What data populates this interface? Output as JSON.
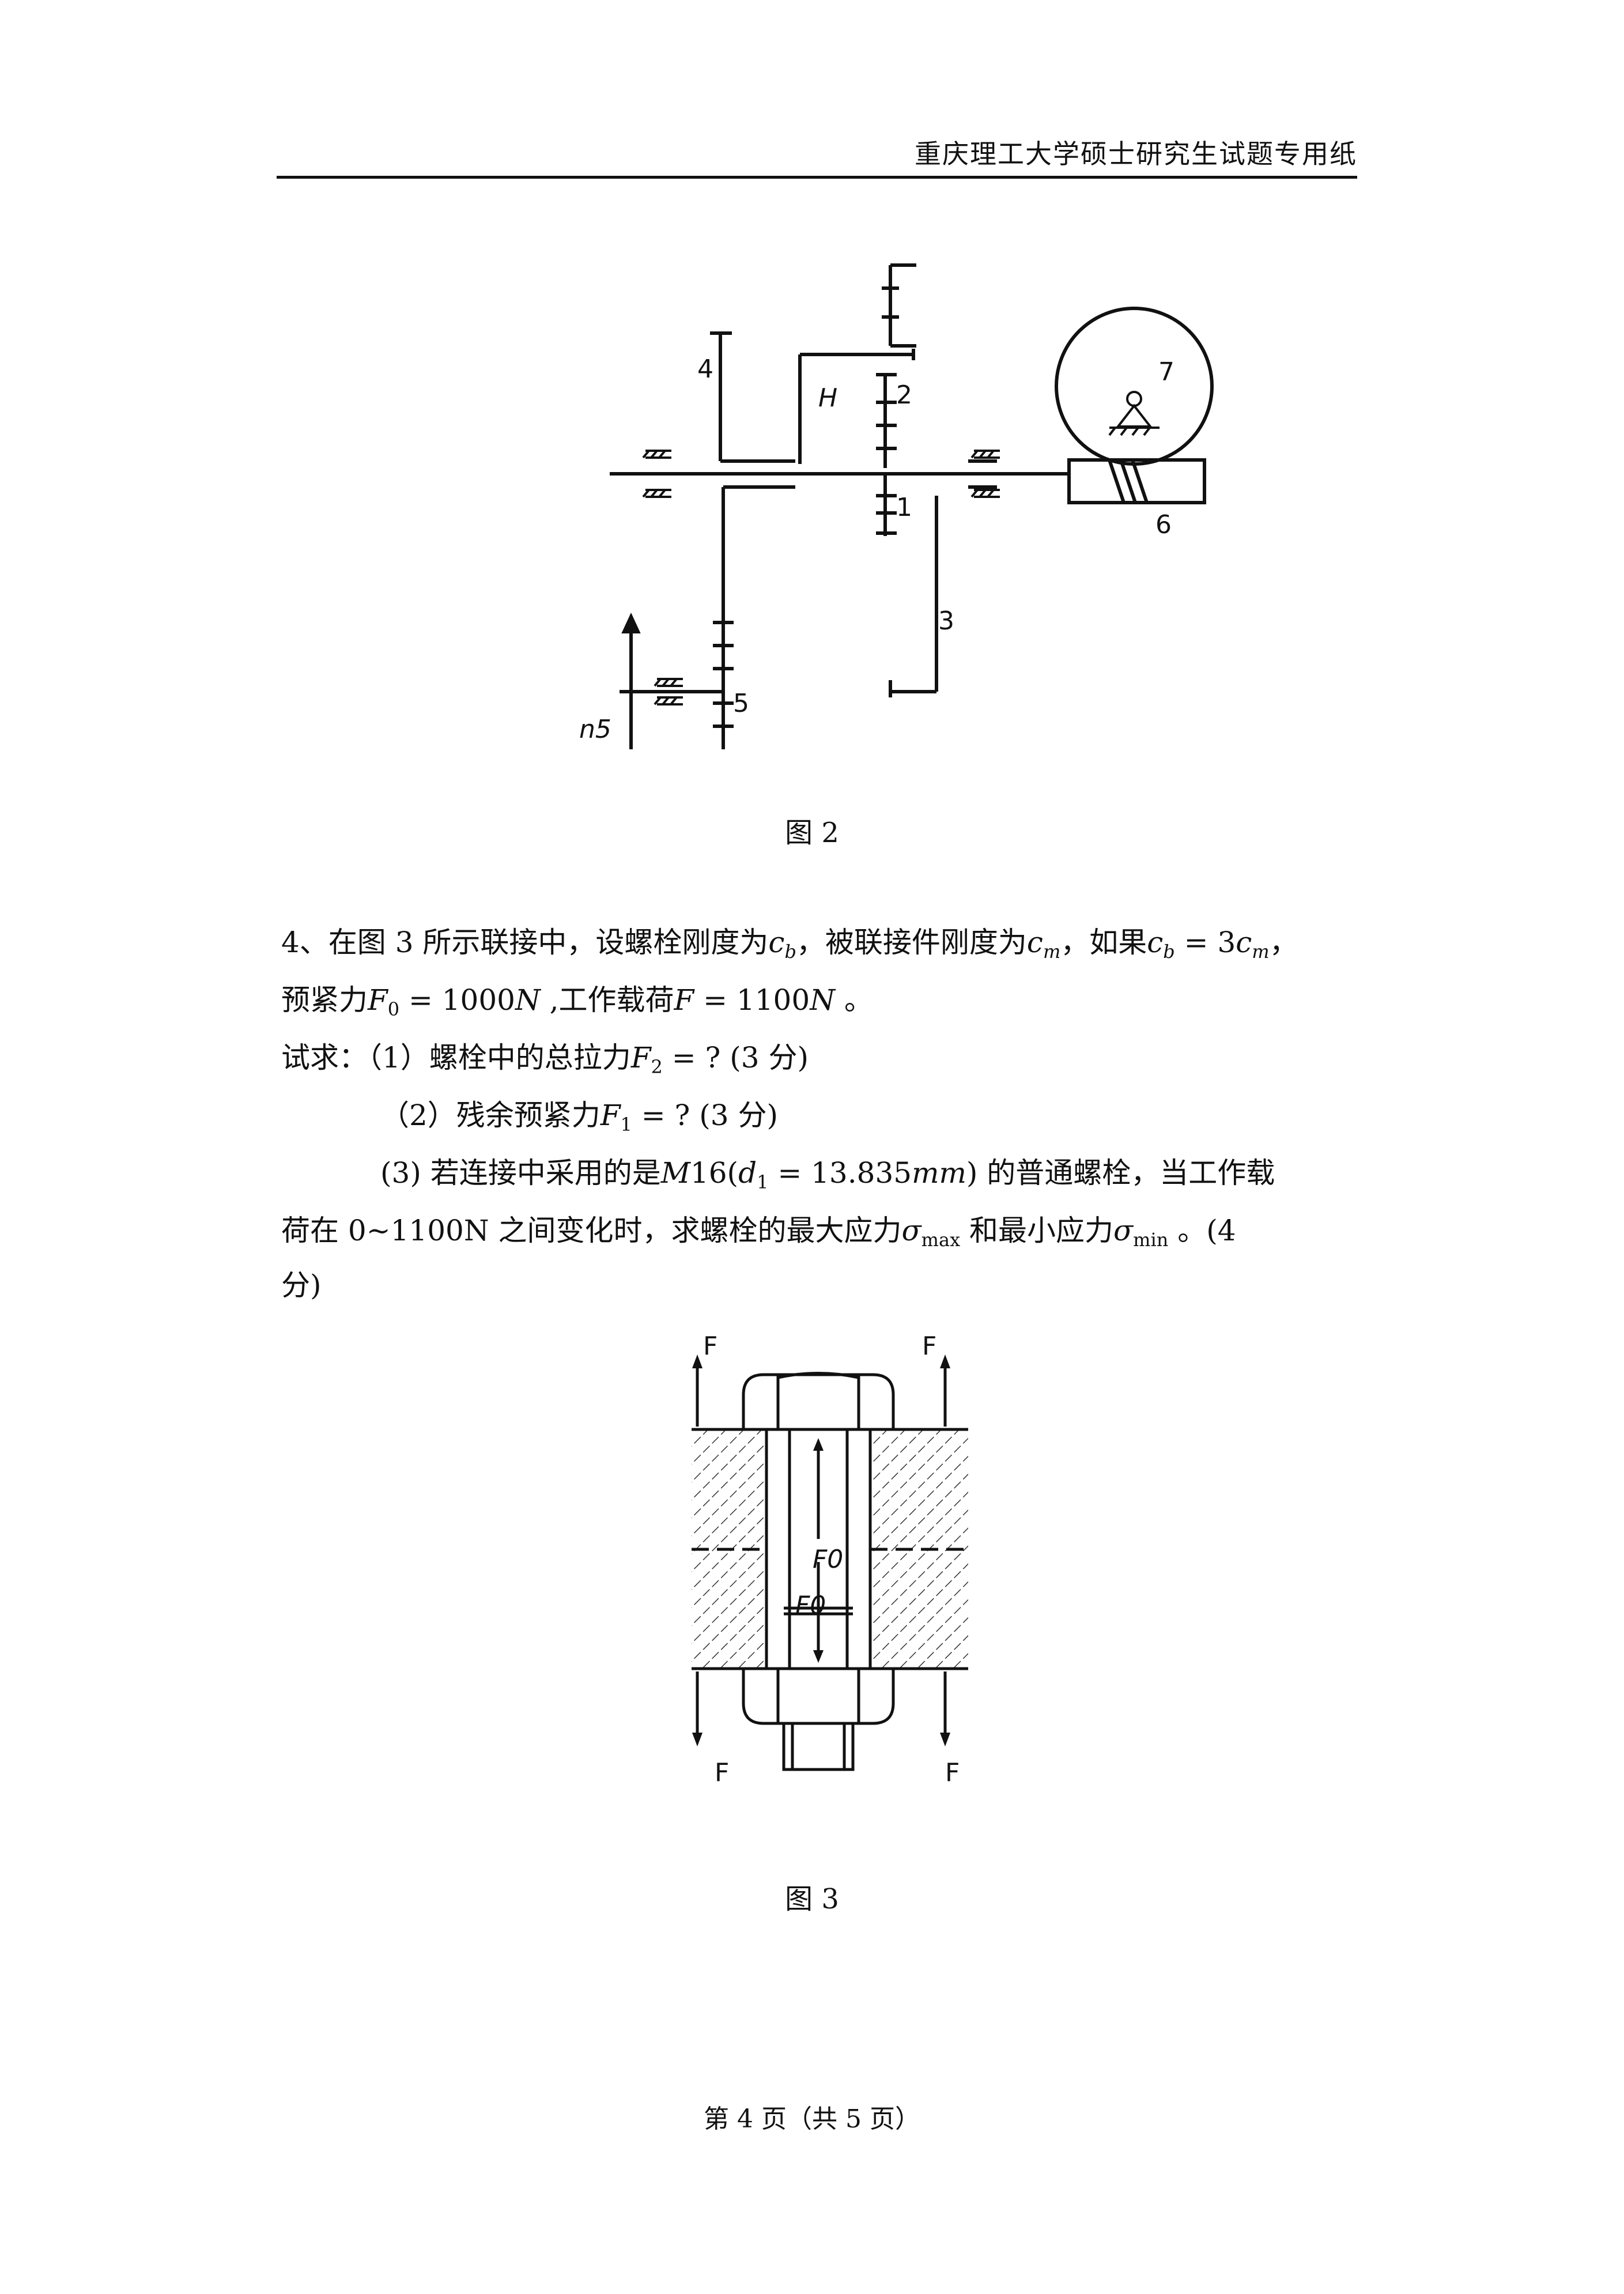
{
  "header": {
    "title": "重庆理工大学硕士研究生试题专用纸"
  },
  "figure2": {
    "caption": "图 2",
    "labels": {
      "g4": "4",
      "H": "H",
      "g2": "2",
      "g7": "7",
      "g1": "1",
      "g6": "6",
      "g3": "3",
      "g5": "5",
      "n5": "n5"
    }
  },
  "question4": {
    "line1_a": "4、在图 3 所示联接中，设螺栓刚度为",
    "cb": "c",
    "cb_sub": "b",
    "line1_b": "，被联接件刚度为",
    "cm": "c",
    "cm_sub": "m",
    "line1_c": "，如果",
    "eq1": "c",
    "eq1_sub": "b",
    "eq1_mid": " = 3",
    "eq1_c": "c",
    "eq1_csub": "m",
    "line1_end": "，",
    "line2_a": "预紧力",
    "F0_sym": "F",
    "F0_sub": "0",
    "F0_val": " = 1000",
    "F0_unit": "N",
    "line2_b": " ,工作载荷",
    "F_sym": "F",
    "F_val": " = 1100",
    "F_unit": "N",
    "line2_end": " 。",
    "q1_a": "试求：（1）螺栓中的总拉力",
    "F2_sym": "F",
    "F2_sub": "2",
    "q1_b": " = ? (3 分)",
    "q2_a": "（2）残余预紧力",
    "F1_sym": "F",
    "F1_sub": "1",
    "q2_b": " = ? (3 分)",
    "q3_a": "(3)  若连接中采用的是",
    "q3_M": "M",
    "q3_b": "16(",
    "q3_d": "d",
    "q3_dsub": "1",
    "q3_c": " = 13.835",
    "q3_mm": "mm",
    "q3_d2": ") 的普通螺栓，当工作载",
    "q3_line2_a": "荷在  0~1100N  之间变化时，求螺栓的最大应力",
    "sigma": "σ",
    "max_sub": "max",
    "q3_line2_b": " 和最小应力",
    "min_sub": "min",
    "q3_line2_c": " 。(4",
    "q3_line3": "分)"
  },
  "figure3": {
    "caption": "图 3",
    "labels": {
      "F_tl": "F",
      "F_tr": "F",
      "F_bl": "F",
      "F_br": "F",
      "F0_up": "F0",
      "F0_down": "F0"
    }
  },
  "footer": {
    "text": "第 4 页（共 5 页）"
  }
}
